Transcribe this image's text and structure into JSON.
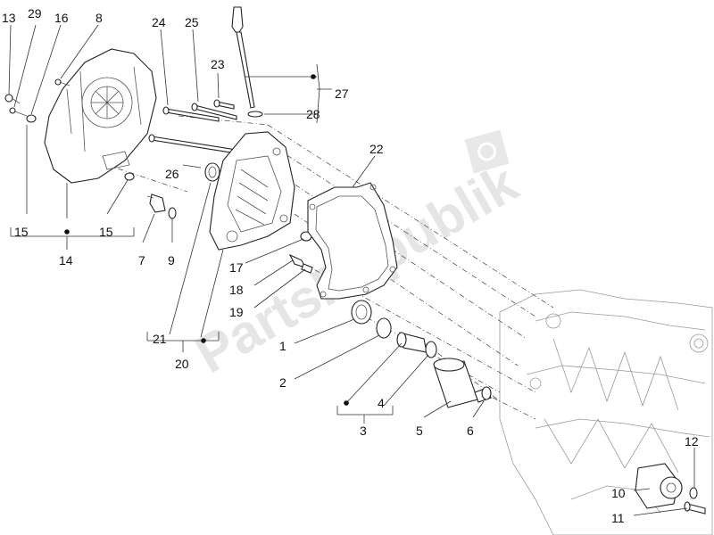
{
  "watermark": "PartsRepublik",
  "callouts": [
    {
      "label": "13"
    },
    {
      "label": "29"
    },
    {
      "label": "16"
    },
    {
      "label": "8"
    },
    {
      "label": "24"
    },
    {
      "label": "25"
    },
    {
      "label": "23"
    },
    {
      "label": "27"
    },
    {
      "label": "28"
    },
    {
      "label": "22"
    },
    {
      "label": "26"
    },
    {
      "label": "15"
    },
    {
      "label": "15"
    },
    {
      "label": "14"
    },
    {
      "label": "7"
    },
    {
      "label": "9"
    },
    {
      "label": "17"
    },
    {
      "label": "18"
    },
    {
      "label": "19"
    },
    {
      "label": "21"
    },
    {
      "label": "20"
    },
    {
      "label": "1"
    },
    {
      "label": "2"
    },
    {
      "label": "3"
    },
    {
      "label": "4"
    },
    {
      "label": "5"
    },
    {
      "label": "6"
    },
    {
      "label": "10"
    },
    {
      "label": "11"
    },
    {
      "label": "12"
    }
  ]
}
